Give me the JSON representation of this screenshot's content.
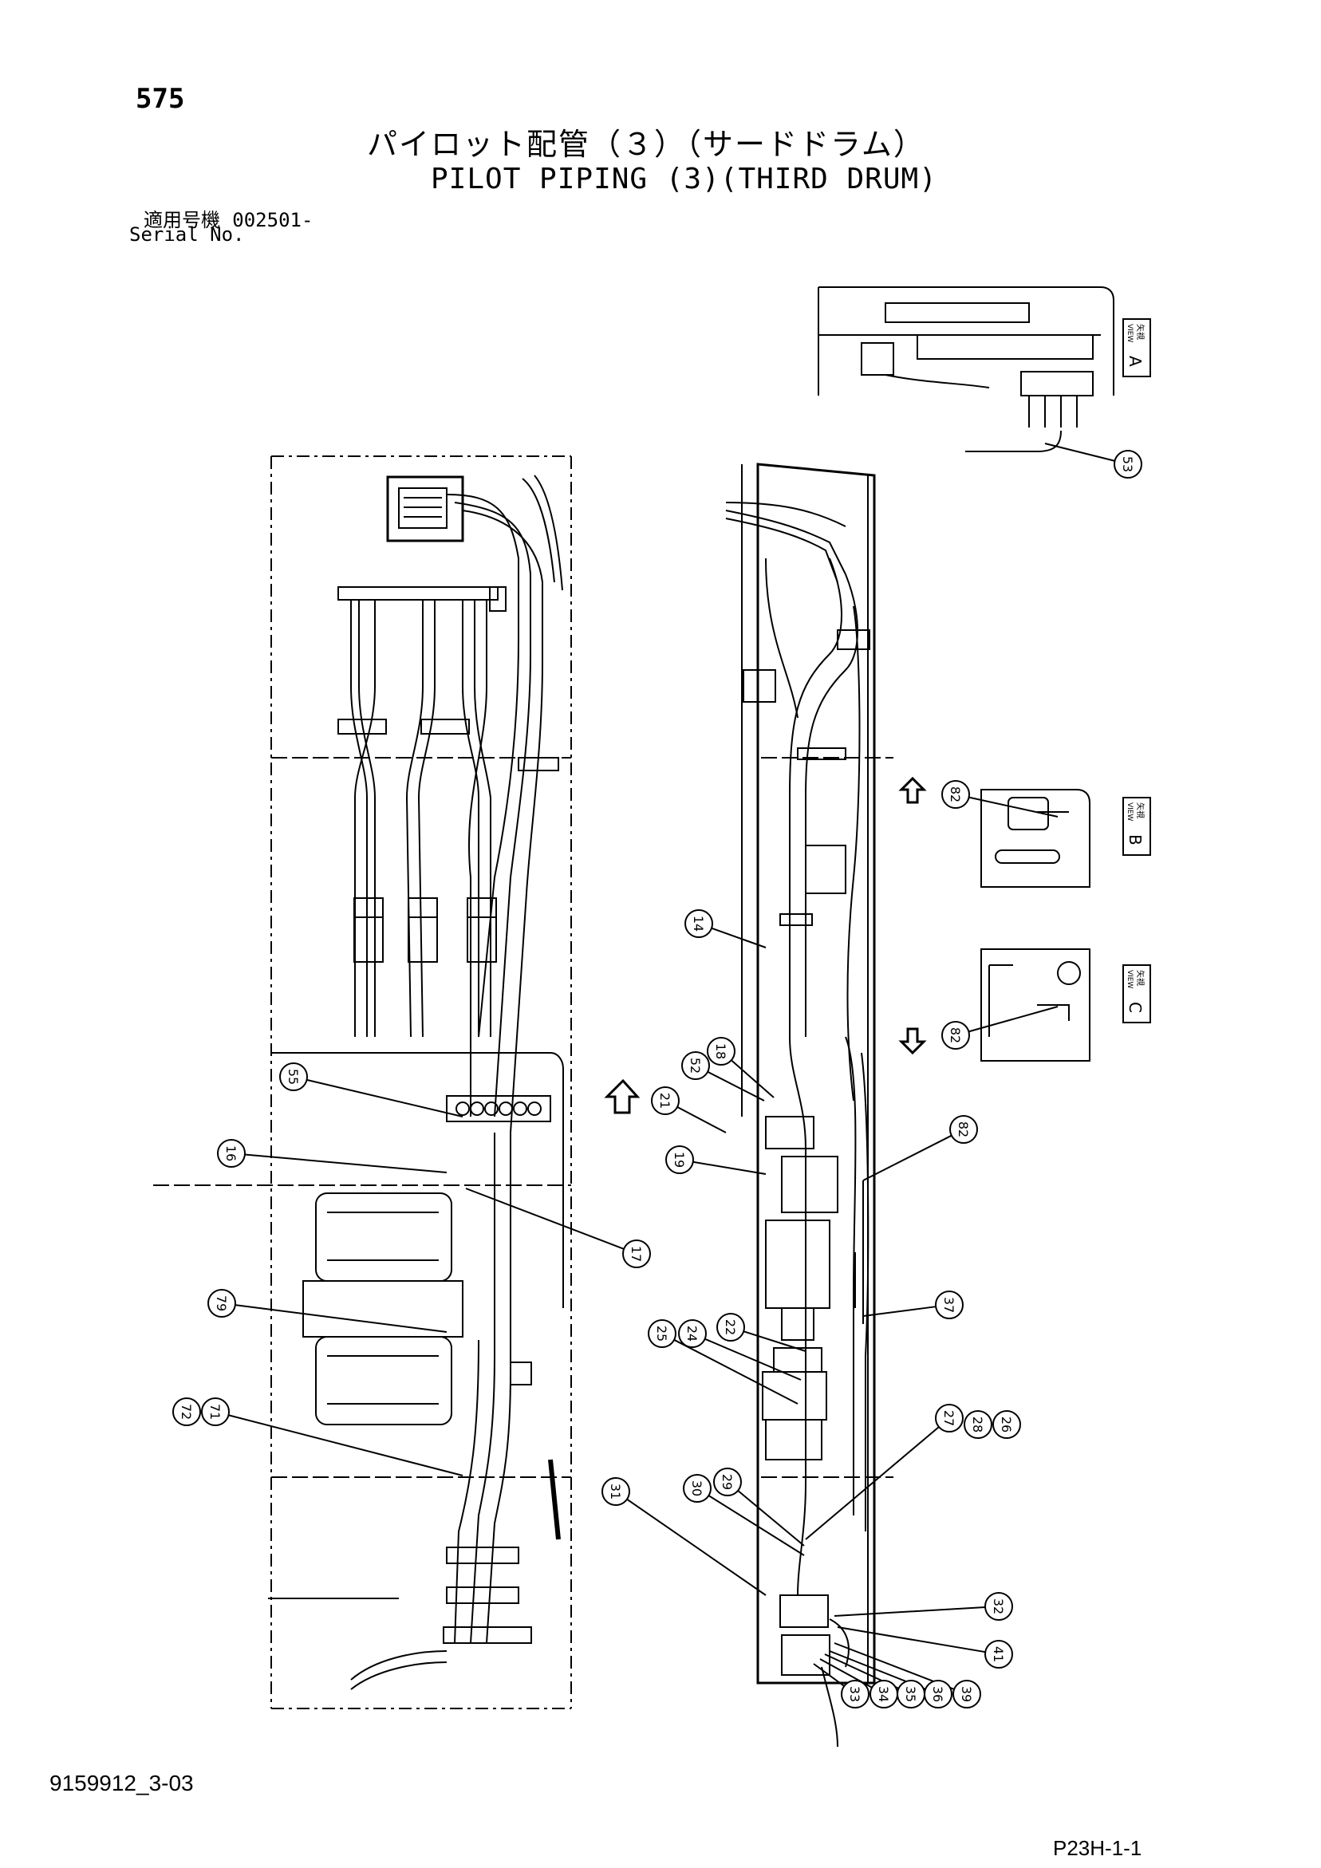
{
  "header": {
    "page_number": "575",
    "title_jp": "パイロット配管（３）（サードドラム）",
    "title_en": "PILOT PIPING (3)(THIRD DRUM)",
    "serial_label_jp": "適用号機",
    "serial_value": "002501-",
    "serial_label_en": "Serial No."
  },
  "views": [
    {
      "id": "A",
      "label_jp": "矢視",
      "label_en": "VIEW",
      "letter": "A"
    },
    {
      "id": "B",
      "label_jp": "矢視",
      "label_en": "VIEW",
      "letter": "B"
    },
    {
      "id": "C",
      "label_jp": "矢視",
      "label_en": "VIEW",
      "letter": "C"
    }
  ],
  "callouts": [
    "53",
    "82",
    "82",
    "14",
    "18",
    "52",
    "21",
    "19",
    "82",
    "37",
    "22",
    "24",
    "25",
    "27",
    "28",
    "26",
    "29",
    "30",
    "31",
    "32",
    "41",
    "39",
    "36",
    "35",
    "34",
    "33",
    "55",
    "16",
    "17",
    "79",
    "71",
    "72"
  ],
  "footer": {
    "doc_code": "9159912_3-03",
    "sheet_code": "P23H-1-1"
  }
}
